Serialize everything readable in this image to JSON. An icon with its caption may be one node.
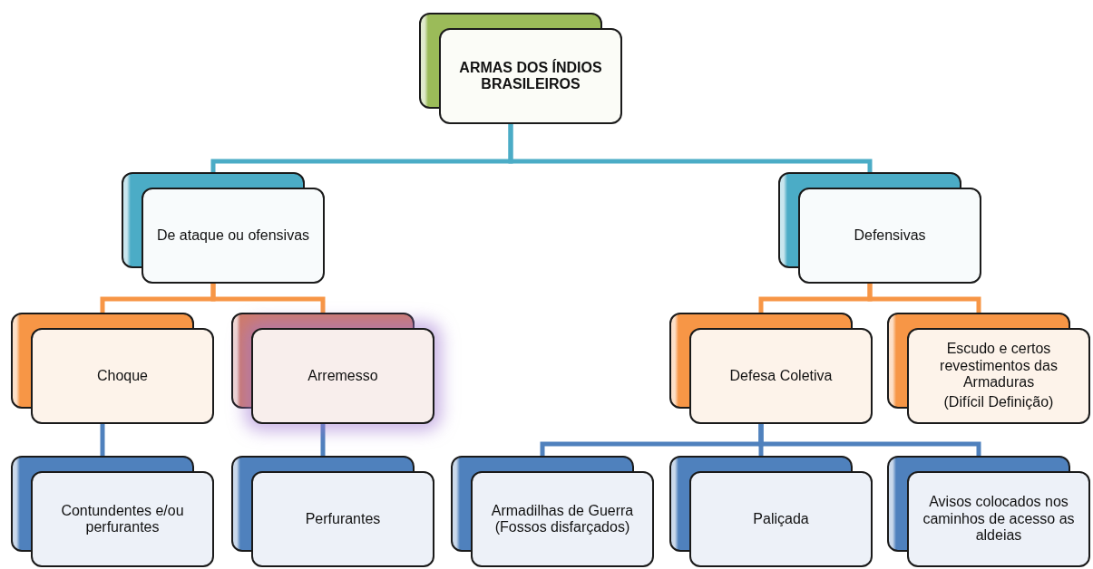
{
  "diagram": {
    "nodes": [
      {
        "text": [
          "ARMAS DOS ÍNDIOS BRASILEIROS"
        ]
      },
      {
        "text": [
          "De ataque ou ofensivas"
        ]
      },
      {
        "text": [
          "Defensivas"
        ]
      },
      {
        "text": [
          "Choque"
        ]
      },
      {
        "text": [
          "Arremesso"
        ]
      },
      {
        "text": [
          "Defesa Coletiva"
        ]
      },
      {
        "text": [
          "Escudo e certos revestimentos das Armaduras",
          "(Difícil Definição)"
        ]
      },
      {
        "text": [
          "Contundentes e/ou perfurantes"
        ]
      },
      {
        "text": [
          "Perfurantes"
        ]
      },
      {
        "text": [
          "Armadilhas de Guerra (Fossos disfarçados)"
        ]
      },
      {
        "text": [
          "Paliçada"
        ]
      },
      {
        "text": [
          "Avisos colocados nos caminhos de acesso as aldeias"
        ]
      }
    ],
    "edges": [
      {
        "from": 0,
        "to": 1,
        "arrow": "none",
        "color": "#4bacc6"
      },
      {
        "from": 0,
        "to": 2,
        "arrow": "none",
        "color": "#4bacc6"
      },
      {
        "from": 1,
        "to": 3,
        "arrow": "none",
        "color": "#f79646"
      },
      {
        "from": 1,
        "to": 4,
        "arrow": "none",
        "color": "#f79646"
      },
      {
        "from": 2,
        "to": 5,
        "arrow": "none",
        "color": "#f79646"
      },
      {
        "from": 2,
        "to": 6,
        "arrow": "none",
        "color": "#f79646"
      },
      {
        "from": 3,
        "to": 7,
        "arrow": "none"
      },
      {
        "from": 4,
        "to": 8,
        "arrow": "none"
      },
      {
        "from": 5,
        "to": 9,
        "arrow": "none"
      },
      {
        "from": 5,
        "to": 10,
        "arrow": "none"
      },
      {
        "from": 5,
        "to": 11,
        "arrow": "none"
      }
    ]
  }
}
